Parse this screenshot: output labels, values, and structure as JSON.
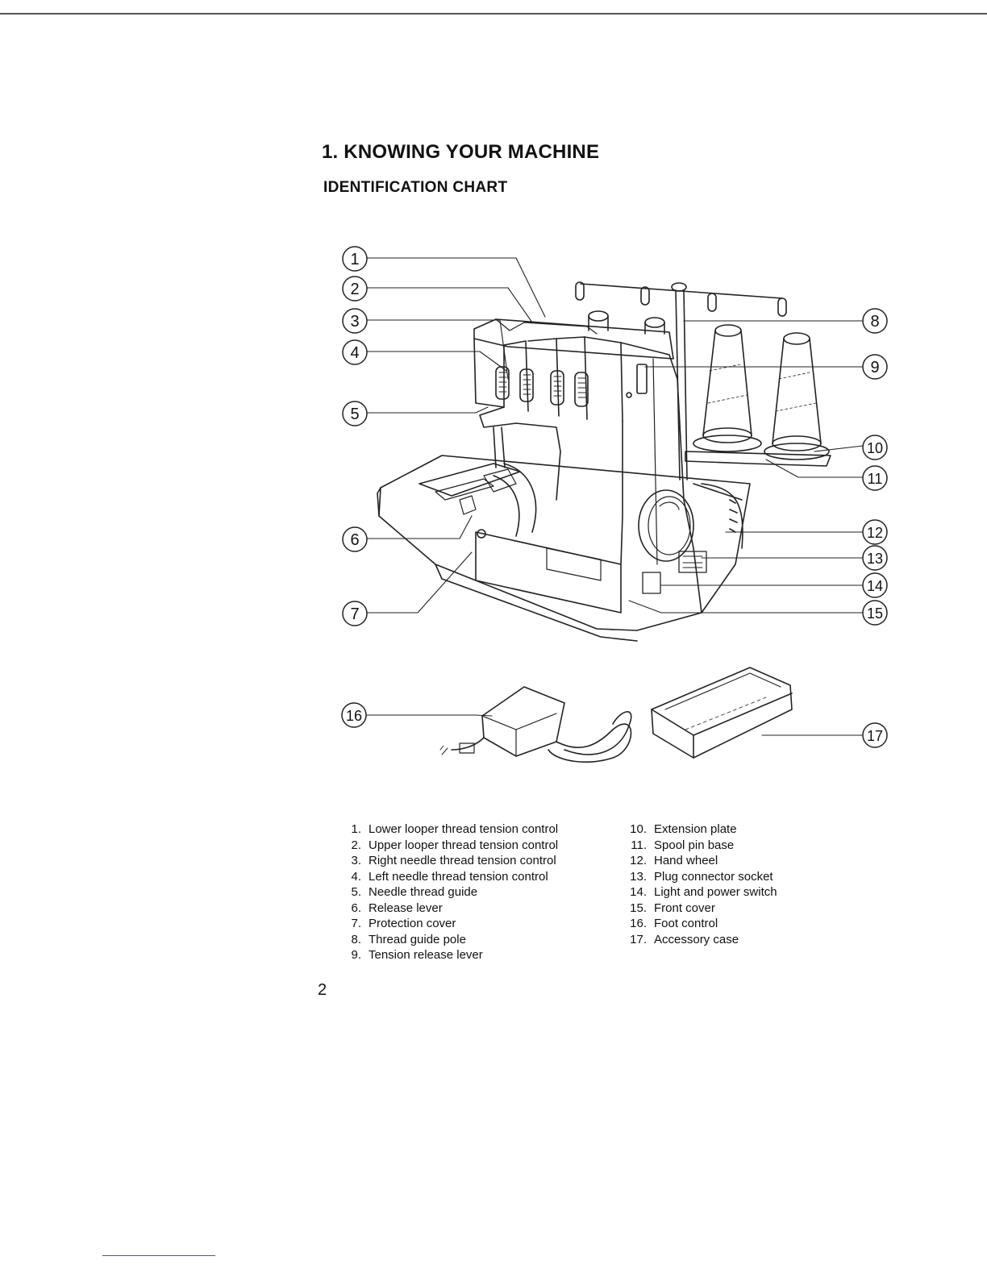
{
  "page": {
    "chapter_title": "1. KNOWING YOUR MACHINE",
    "section_title": "IDENTIFICATION CHART",
    "page_number": "2"
  },
  "callouts": {
    "c1": "1",
    "c2": "2",
    "c3": "3",
    "c4": "4",
    "c5": "5",
    "c6": "6",
    "c7": "7",
    "c8": "8",
    "c9": "9",
    "c10": "10",
    "c11": "11",
    "c12": "12",
    "c13": "13",
    "c14": "14",
    "c15": "15",
    "c16": "16",
    "c17": "17"
  },
  "parts_left": [
    {
      "num": "1.",
      "label": "Lower looper thread tension control"
    },
    {
      "num": "2.",
      "label": "Upper looper thread tension control"
    },
    {
      "num": "3.",
      "label": "Right needle thread tension control"
    },
    {
      "num": "4.",
      "label": "Left needle thread tension control"
    },
    {
      "num": "5.",
      "label": "Needle thread guide"
    },
    {
      "num": "6.",
      "label": "Release lever"
    },
    {
      "num": "7.",
      "label": "Protection cover"
    },
    {
      "num": "8.",
      "label": "Thread guide pole"
    },
    {
      "num": "9.",
      "label": "Tension release lever"
    }
  ],
  "parts_right": [
    {
      "num": "10.",
      "label": "Extension plate"
    },
    {
      "num": "11.",
      "label": "Spool pin base"
    },
    {
      "num": "12.",
      "label": "Hand wheel"
    },
    {
      "num": "13.",
      "label": "Plug connector socket"
    },
    {
      "num": "14.",
      "label": "Light and power switch"
    },
    {
      "num": "15.",
      "label": "Front cover"
    },
    {
      "num": "16.",
      "label": "Foot control"
    },
    {
      "num": "17.",
      "label": "Accessory case"
    }
  ]
}
